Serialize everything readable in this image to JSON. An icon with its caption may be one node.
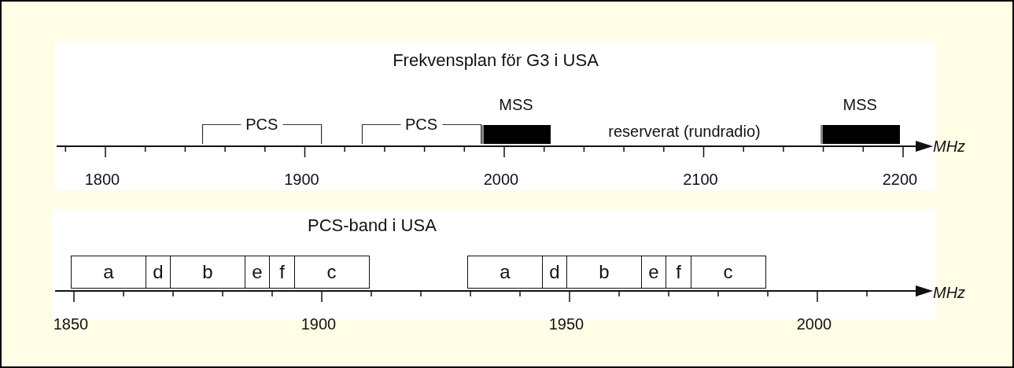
{
  "diagram": {
    "nodes": [
      {
        "text": [
          "Frekvensplan för G3 i USA"
        ]
      },
      {
        "text": [
          "PCS"
        ],
        "in": 0
      },
      {
        "text": [
          "PCS"
        ],
        "in": 0
      },
      {
        "text": [
          "MSS"
        ],
        "in": 0
      },
      {
        "text": [
          "MSS"
        ],
        "in": 0
      },
      {
        "text": [
          "PCS-band i USA"
        ]
      },
      {
        "text": [
          "a"
        ],
        "in": 5
      },
      {
        "text": [
          "d"
        ],
        "in": 5
      },
      {
        "text": [
          "b"
        ],
        "in": 5
      },
      {
        "text": [
          "e"
        ],
        "in": 5
      },
      {
        "text": [
          "f"
        ],
        "in": 5
      },
      {
        "text": [
          "c"
        ],
        "in": 5
      },
      {
        "text": [
          "a"
        ],
        "in": 5
      },
      {
        "text": [
          "d"
        ],
        "in": 5
      },
      {
        "text": [
          "b"
        ],
        "in": 5
      },
      {
        "text": [
          "e"
        ],
        "in": 5
      },
      {
        "text": [
          "f"
        ],
        "in": 5
      },
      {
        "text": [
          "c"
        ],
        "in": 5
      }
    ],
    "labels": [
      "reserverat (rundradio)",
      "1800",
      "1900",
      "2000",
      "2100",
      "2200",
      "MHz",
      "1850",
      "1900",
      "1950",
      "2000",
      "MHz"
    ]
  }
}
